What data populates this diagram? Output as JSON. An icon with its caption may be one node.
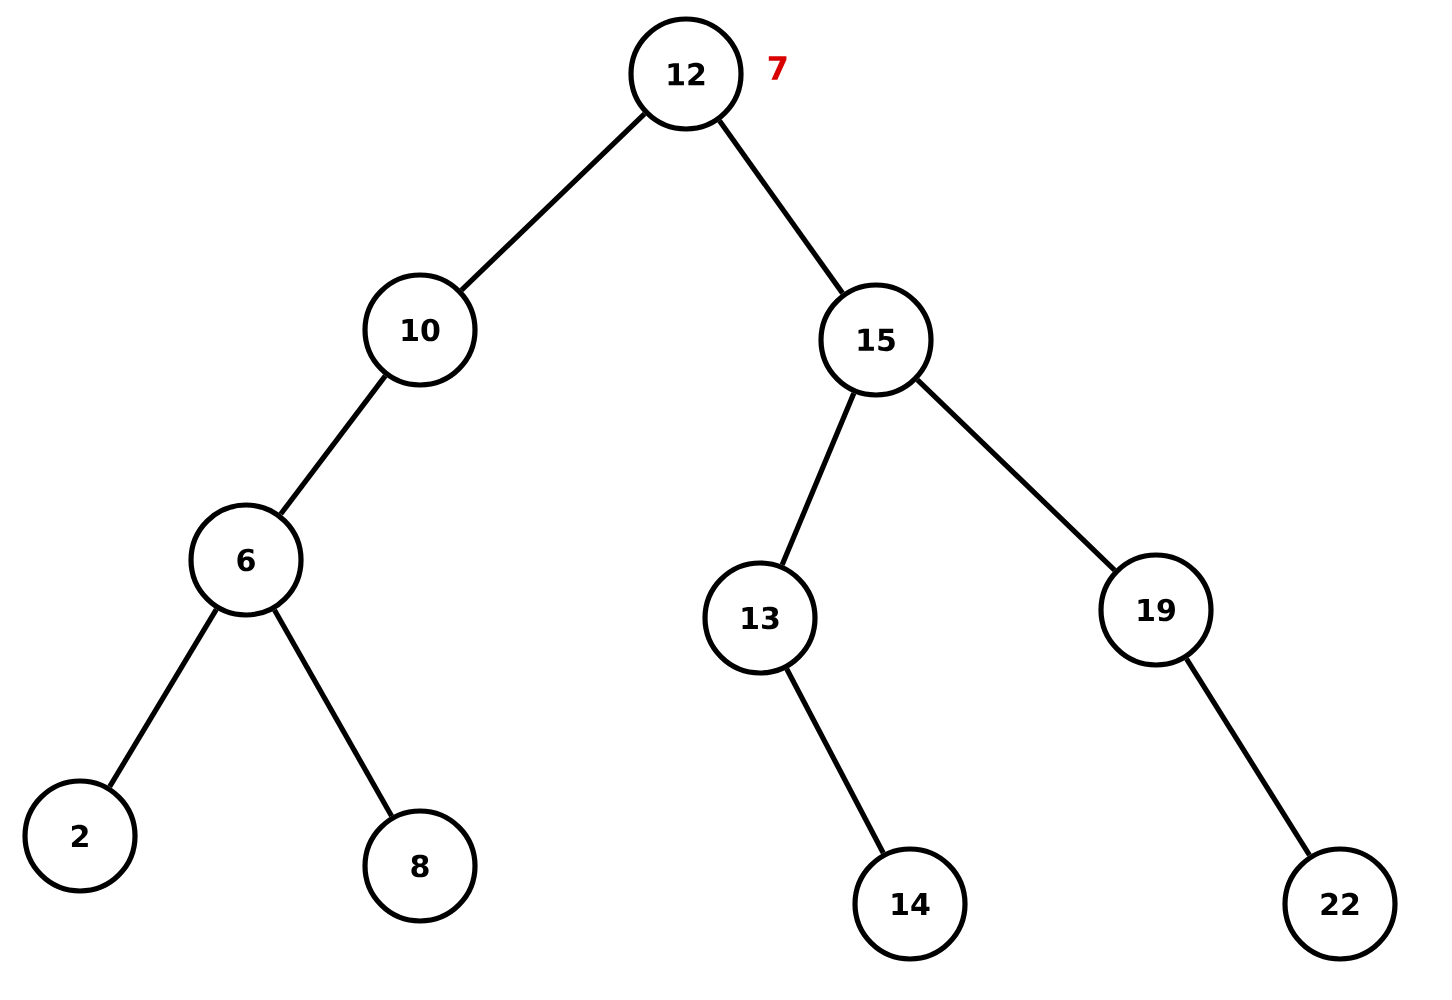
{
  "diagram": {
    "nodes": [
      {
        "text": [
          "12"
        ],
        "beside": [
          "7"
        ]
      },
      {
        "text": [
          "10"
        ]
      },
      {
        "text": [
          "15"
        ]
      },
      {
        "text": [
          "6"
        ]
      },
      {
        "text": [
          "13"
        ]
      },
      {
        "text": [
          "19"
        ]
      },
      {
        "text": [
          "2"
        ]
      },
      {
        "text": [
          "8"
        ]
      },
      {
        "text": [
          "14"
        ]
      },
      {
        "text": [
          "22"
        ]
      }
    ],
    "edges": [
      {
        "from": 0,
        "to": 1,
        "arrow": "none"
      },
      {
        "from": 0,
        "to": 2,
        "arrow": "none"
      },
      {
        "from": 1,
        "to": 3,
        "arrow": "none"
      },
      {
        "from": 2,
        "to": 4,
        "arrow": "none"
      },
      {
        "from": 2,
        "to": 5,
        "arrow": "none"
      },
      {
        "from": 3,
        "to": 6,
        "arrow": "none"
      },
      {
        "from": 3,
        "to": 7,
        "arrow": "none"
      },
      {
        "from": 4,
        "to": 8,
        "arrow": "none"
      },
      {
        "from": 5,
        "to": 9,
        "arrow": "none"
      }
    ]
  }
}
